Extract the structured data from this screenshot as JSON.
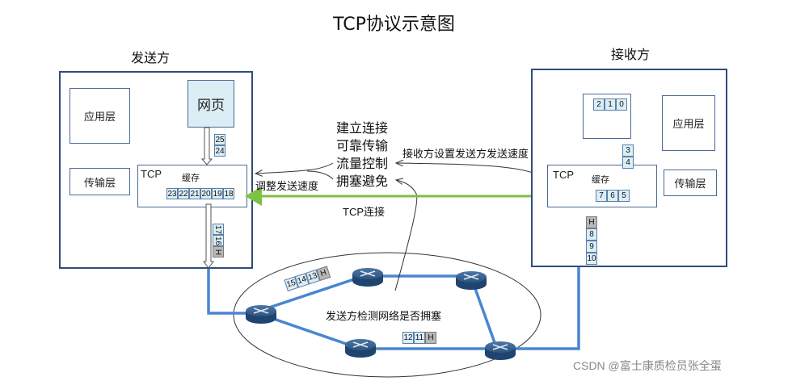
{
  "title": "TCP协议示意图",
  "sender": {
    "label": "发送方",
    "app_layer": "应用层",
    "transport_layer": "传输层",
    "webpage": "网页",
    "tcp_label": "TCP",
    "cache_label": "缓存",
    "app_to_tcp_packets": [
      "25",
      "24"
    ],
    "buffer_packets": [
      "23",
      "22",
      "21",
      "20",
      "19",
      "18"
    ],
    "outgoing_packets": [
      "17",
      "16",
      "H"
    ]
  },
  "receiver": {
    "label": "接收方",
    "app_layer": "应用层",
    "transport_layer": "传输层",
    "tcp_label": "TCP",
    "cache_label": "缓存",
    "app_packets": [
      "2",
      "1",
      "0"
    ],
    "tcp_to_app_packets": [
      "3",
      "4"
    ],
    "buffer_packets": [
      "7",
      "6",
      "5"
    ],
    "incoming_packets": [
      "H",
      "8",
      "9",
      "10"
    ]
  },
  "features": [
    "建立连接",
    "可靠传输",
    "流量控制",
    "拥塞避免"
  ],
  "annotations": {
    "adjust_speed": "调整发送速度",
    "receiver_sets_speed": "接收方设置发送方发送速度",
    "tcp_connection": "TCP连接",
    "congestion_detect": "发送方检测网络是否拥塞"
  },
  "network": {
    "upper_link_packets": [
      "15",
      "14",
      "13",
      "H"
    ],
    "lower_link_packets": [
      "12",
      "11",
      "H"
    ]
  },
  "watermark": "CSDN @富士康质检员张全蛋",
  "colors": {
    "host_border": "#2f4d7a",
    "link": "#4a86d0",
    "tcp_connection": "#7dc242",
    "packet_fill": "#dbeef5",
    "header_fill": "#b8b8b8",
    "router": "#2d5480"
  }
}
